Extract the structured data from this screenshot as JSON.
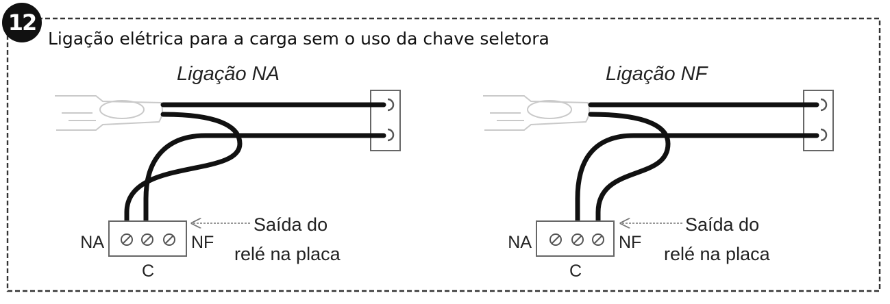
{
  "badge": "12",
  "title": "Ligação elétrica para a carga sem o uso da chave seletora",
  "diagrams": [
    {
      "heading": "Ligação NA",
      "terminal_left": "NA",
      "terminal_right": "NF",
      "terminal_common": "C",
      "output_label_line1": "Saída do",
      "output_label_line2": "relé na placa"
    },
    {
      "heading": "Ligação NF",
      "terminal_left": "NA",
      "terminal_right": "NF",
      "terminal_common": "C",
      "output_label_line1": "Saída do",
      "output_label_line2": "relé na placa"
    }
  ]
}
